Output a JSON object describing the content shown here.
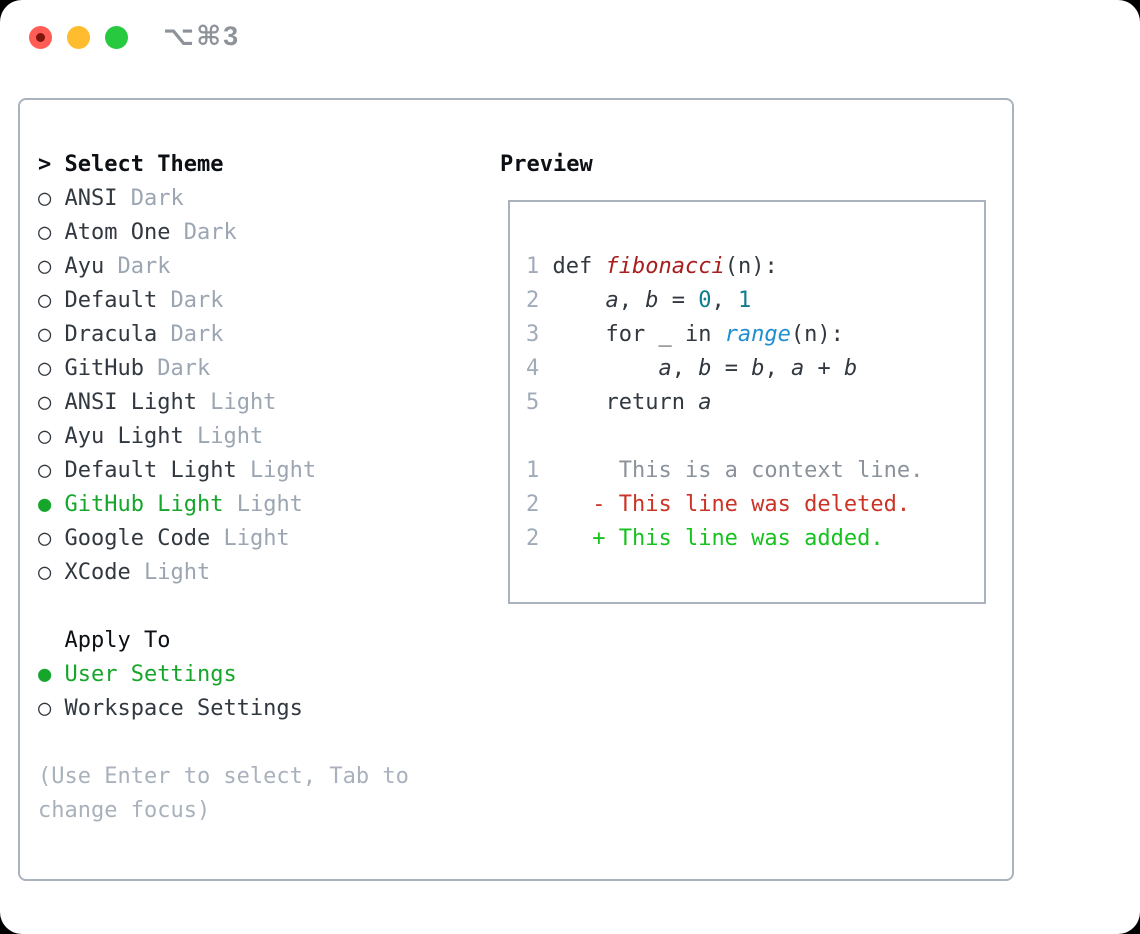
{
  "colors": {
    "accent_green": "#16a62c",
    "border": "#a9b2bd",
    "text_dark": "#32383f",
    "text_black": "#0c0f13",
    "tag_gray": "#9ba6b2",
    "muted_gray": "#a9b1bc",
    "line_number": "#a0aab8",
    "func_red": "#a81d1d",
    "number_teal": "#0e7e8d",
    "builtin_blue": "#1e8fd0",
    "context_gray": "#8b929b",
    "deleted_red": "#cb3326",
    "added_green": "#17c21f",
    "traffic_red": "#ff5d55",
    "traffic_red_dot": "#7e150d",
    "traffic_yellow": "#febc2e",
    "traffic_green": "#27c93f",
    "title_gray": "#8e939a"
  },
  "titlebar": {
    "shortcut_label": "⌥⌘3"
  },
  "panel": {
    "theme_menu": {
      "cursor": ">",
      "header": "Select Theme",
      "unselected_marker": "○",
      "selected_marker": "●",
      "items": [
        {
          "name": "ANSI",
          "tag": "Dark",
          "selected": false
        },
        {
          "name": "Atom One",
          "tag": "Dark",
          "selected": false
        },
        {
          "name": "Ayu",
          "tag": "Dark",
          "selected": false
        },
        {
          "name": "Default",
          "tag": "Dark",
          "selected": false
        },
        {
          "name": "Dracula",
          "tag": "Dark",
          "selected": false
        },
        {
          "name": "GitHub",
          "tag": "Dark",
          "selected": false
        },
        {
          "name": "ANSI Light",
          "tag": "Light",
          "selected": false
        },
        {
          "name": "Ayu Light",
          "tag": "Light",
          "selected": false
        },
        {
          "name": "Default Light",
          "tag": "Light",
          "selected": false
        },
        {
          "name": "GitHub Light",
          "tag": "Light",
          "selected": true
        },
        {
          "name": "Google Code",
          "tag": "Light",
          "selected": false
        },
        {
          "name": "XCode",
          "tag": "Light",
          "selected": false
        }
      ]
    },
    "apply_to": {
      "header": "Apply To",
      "items": [
        {
          "name": "User Settings",
          "selected": true
        },
        {
          "name": "Workspace Settings",
          "selected": false
        }
      ]
    },
    "help_text": "(Use Enter to select, Tab to change focus)",
    "preview": {
      "header": "Preview",
      "code_lines": [
        {
          "num": "1",
          "tokens": [
            {
              "text": "def ",
              "style": "code"
            },
            {
              "text": "fibonacci",
              "style": "func"
            },
            {
              "text": "(n):",
              "style": "code"
            }
          ]
        },
        {
          "num": "2",
          "tokens": [
            {
              "text": "    ",
              "style": "code"
            },
            {
              "text": "a",
              "style": "var"
            },
            {
              "text": ", ",
              "style": "code"
            },
            {
              "text": "b",
              "style": "var"
            },
            {
              "text": " = ",
              "style": "code"
            },
            {
              "text": "0",
              "style": "num"
            },
            {
              "text": ", ",
              "style": "code"
            },
            {
              "text": "1",
              "style": "num"
            }
          ]
        },
        {
          "num": "3",
          "tokens": [
            {
              "text": "    for _ in ",
              "style": "code"
            },
            {
              "text": "range",
              "style": "builtin"
            },
            {
              "text": "(n):",
              "style": "code"
            }
          ]
        },
        {
          "num": "4",
          "tokens": [
            {
              "text": "        ",
              "style": "code"
            },
            {
              "text": "a",
              "style": "var"
            },
            {
              "text": ", ",
              "style": "code"
            },
            {
              "text": "b",
              "style": "var"
            },
            {
              "text": " = ",
              "style": "code"
            },
            {
              "text": "b",
              "style": "var"
            },
            {
              "text": ", ",
              "style": "code"
            },
            {
              "text": "a",
              "style": "var"
            },
            {
              "text": " + ",
              "style": "code"
            },
            {
              "text": "b",
              "style": "var"
            }
          ]
        },
        {
          "num": "5",
          "tokens": [
            {
              "text": "    return ",
              "style": "code"
            },
            {
              "text": "a",
              "style": "var"
            }
          ]
        }
      ],
      "diff_lines": [
        {
          "num": "1",
          "text": "     This is a context line.",
          "type": "context"
        },
        {
          "num": "2",
          "text": "   - This line was deleted.",
          "type": "deleted"
        },
        {
          "num": "2",
          "text": "   + This line was added.",
          "type": "added"
        }
      ]
    }
  }
}
